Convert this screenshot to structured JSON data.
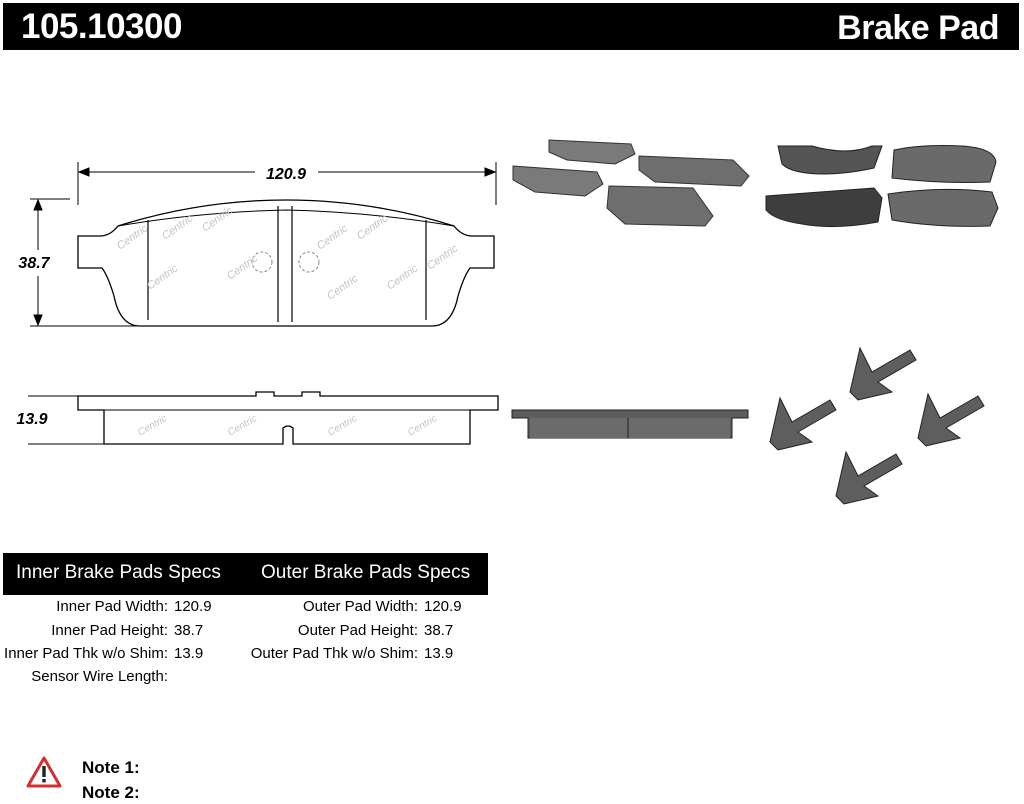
{
  "header": {
    "part_number": "105.10300",
    "product": "Brake Pad"
  },
  "drawing": {
    "width_dim": "120.9",
    "height_dim": "38.7",
    "thickness_dim": "13.9",
    "watermark": "Centric"
  },
  "specs": {
    "inner_title": "Inner Brake Pads Specs",
    "outer_title": "Outer Brake Pads Specs",
    "inner": [
      {
        "label": "Inner Pad Width:",
        "value": "120.9"
      },
      {
        "label": "Inner Pad Height:",
        "value": "38.7"
      },
      {
        "label": "Inner Pad Thk w/o Shim:",
        "value": "13.9"
      },
      {
        "label": "Sensor Wire Length:",
        "value": ""
      }
    ],
    "outer": [
      {
        "label": "Outer Pad Width:",
        "value": "120.9"
      },
      {
        "label": "Outer Pad Height:",
        "value": "38.7"
      },
      {
        "label": "Outer Pad Thk w/o Shim:",
        "value": "13.9"
      }
    ]
  },
  "notes": [
    {
      "label": "Note 1:",
      "text": ""
    },
    {
      "label": "Note 2:",
      "text": ""
    }
  ],
  "colors": {
    "header_bg": "#000000",
    "pad_friction": "#6b6b6b",
    "pad_backing": "#4a4a4a",
    "clip": "#5a5a5a",
    "warning": "#d32f2f"
  }
}
